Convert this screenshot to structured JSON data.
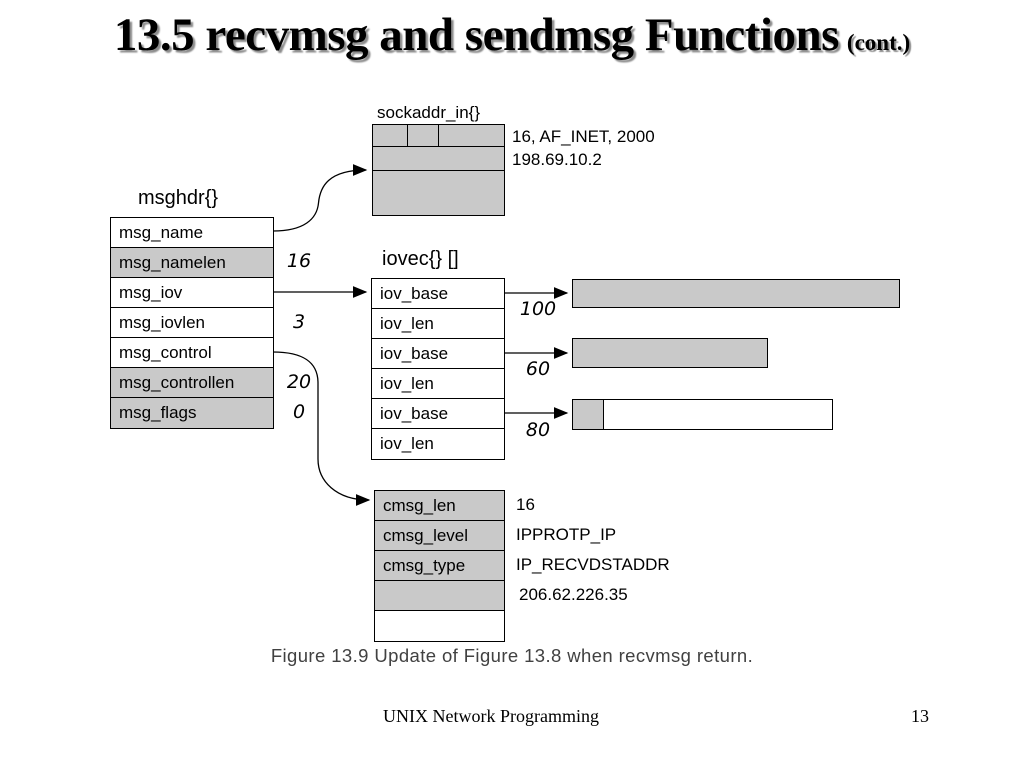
{
  "title": {
    "main": "13.5 recvmsg and sendmsg Functions",
    "suffix": "(cont.)"
  },
  "msghdr": {
    "title": "msghdr{}",
    "rows": [
      {
        "label": "msg_name",
        "value": ""
      },
      {
        "label": "msg_namelen",
        "value": "16"
      },
      {
        "label": "msg_iov",
        "value": ""
      },
      {
        "label": "msg_iovlen",
        "value": "3"
      },
      {
        "label": "msg_control",
        "value": ""
      },
      {
        "label": "msg_controllen",
        "value": "20"
      },
      {
        "label": "msg_flags",
        "value": "0"
      }
    ]
  },
  "sockaddr": {
    "title": "sockaddr_in{}",
    "values": [
      "16, AF_INET, 2000",
      "198.69.10.2"
    ]
  },
  "iovec": {
    "title": "iovec{} []",
    "rows": [
      "iov_base",
      "iov_len",
      "iov_base",
      "iov_len",
      "iov_base",
      "iov_len"
    ],
    "lengths": [
      "100",
      "60",
      "80"
    ]
  },
  "cmsg": {
    "rows": [
      {
        "label": "cmsg_len",
        "value": "16"
      },
      {
        "label": "cmsg_level",
        "value": "IPPROTP_IP"
      },
      {
        "label": "cmsg_type",
        "value": "IP_RECVDSTADDR"
      },
      {
        "label": "",
        "value": "206.62.226.35"
      },
      {
        "label": "",
        "value": ""
      }
    ]
  },
  "caption": "Figure 13.9 Update of Figure 13.8 when recvmsg return.",
  "footer": {
    "title": "UNIX Network Programming",
    "page": "13"
  },
  "colors": {
    "shaded_fill": "#c9c9c9",
    "line": "#000000",
    "caption_text": "#414141"
  }
}
